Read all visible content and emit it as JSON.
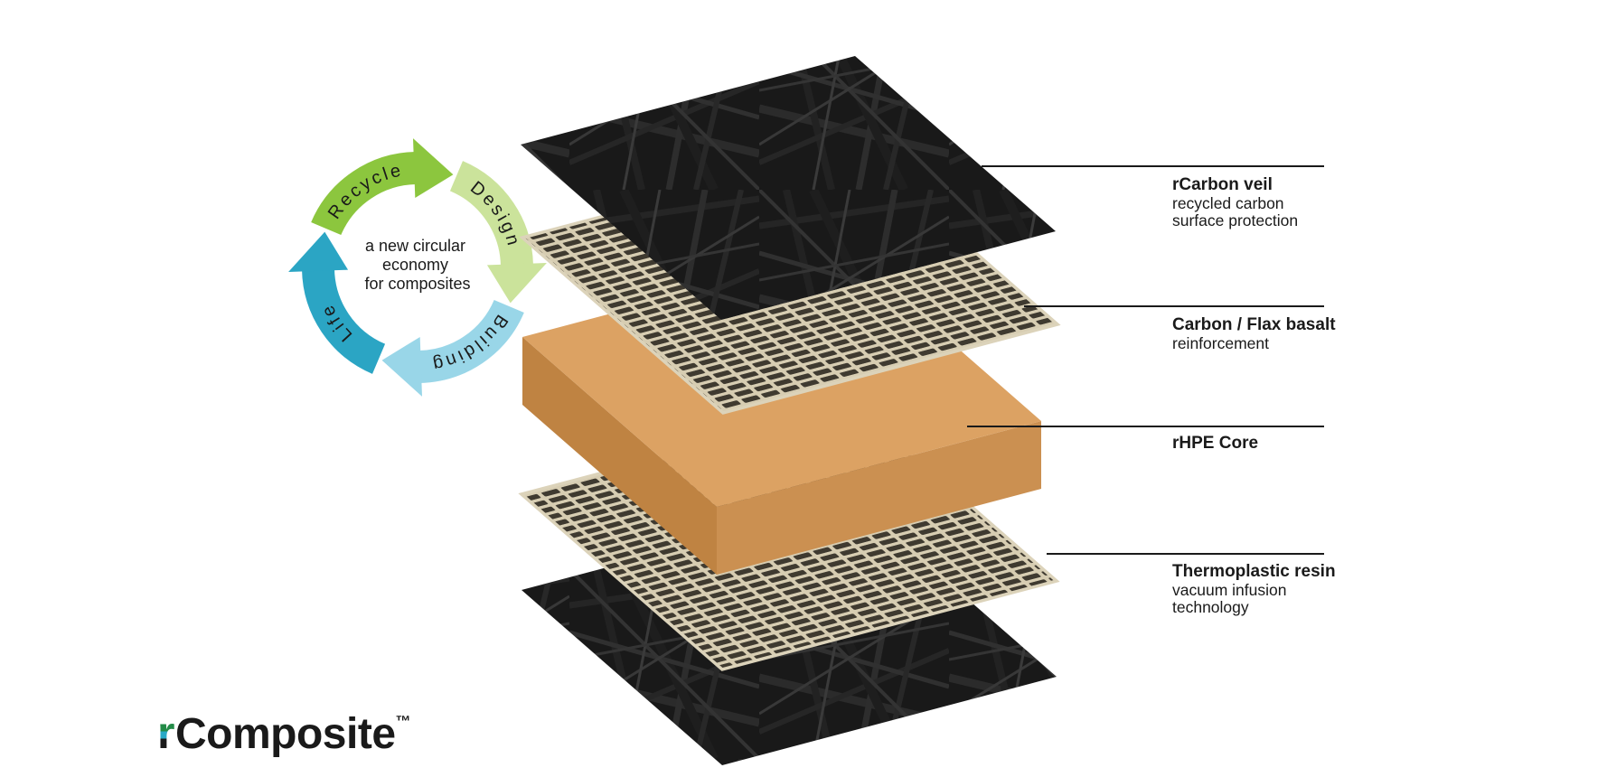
{
  "cycle_diagram": {
    "center_text": [
      "a new circular",
      "economy",
      "for composites"
    ],
    "segments": [
      {
        "label": "Recycle",
        "color": "#8CC63E"
      },
      {
        "label": "Design",
        "color": "#CBE39B"
      },
      {
        "label": "Building",
        "color": "#99D6E8"
      },
      {
        "label": "Life",
        "color": "#2BA5C4"
      }
    ]
  },
  "layer_labels": [
    {
      "title": "rCarbon veil",
      "lines": [
        "recycled carbon",
        "surface protection"
      ]
    },
    {
      "title": "Carbon / Flax basalt",
      "lines": [
        "reinforcement"
      ]
    },
    {
      "title": "rHPE Core",
      "lines": []
    },
    {
      "title": "Thermoplastic resin",
      "lines": [
        "vacuum infusion",
        "technology"
      ]
    }
  ],
  "layers": [
    {
      "name": "carbon veil top sheet"
    },
    {
      "name": "carbon flax basalt reinforcement mesh (upper)"
    },
    {
      "name": "rHPE core slab"
    },
    {
      "name": "carbon flax basalt reinforcement mesh (lower)"
    },
    {
      "name": "carbon veil bottom sheet"
    }
  ],
  "logo": {
    "first_letter": "r",
    "rest": "Composite",
    "trademark": "™"
  },
  "colors": {
    "background": "#FFFFFF",
    "text": "#1A1A1A",
    "label_line": "#1A1A1A",
    "veil_black": "#191919",
    "mesh_beige": "#D7CDB2",
    "mesh_edge": "#DCD3BA",
    "mesh_slat": "#3F3A30",
    "core_top": "#DCA263",
    "core_left": "#BF8342",
    "core_right": "#CB9051",
    "logo_stripe_yellow": "#D9E021",
    "logo_stripe_lime": "#8CC63E",
    "logo_stripe_green": "#238B47",
    "logo_stripe_teal": "#29A9C6"
  }
}
